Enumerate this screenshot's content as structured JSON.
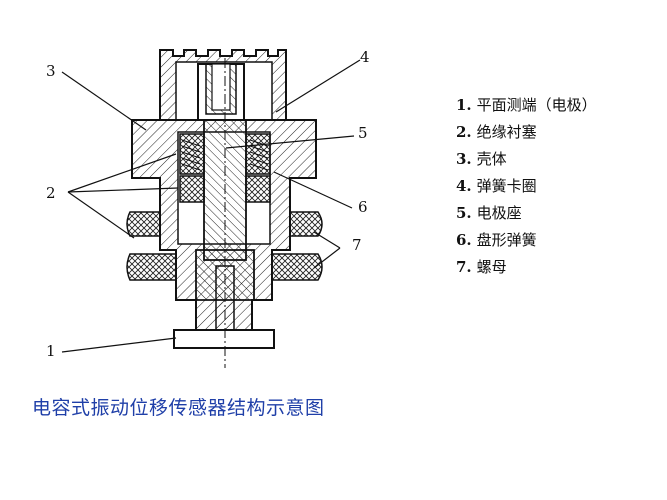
{
  "callouts": [
    "1",
    "2",
    "3",
    "4",
    "5",
    "6",
    "7"
  ],
  "legend": [
    {
      "num": "1.",
      "label": "平面测端（电极）"
    },
    {
      "num": "2.",
      "label": "绝缘衬塞"
    },
    {
      "num": "3.",
      "label": "壳体"
    },
    {
      "num": "4.",
      "label": "弹簧卡圈"
    },
    {
      "num": "5.",
      "label": "电极座"
    },
    {
      "num": "6.",
      "label": "盘形弹簧"
    },
    {
      "num": "7.",
      "label": "螺母"
    }
  ],
  "caption": "电容式振动位移传感器结构示意图",
  "colors": {
    "caption": "#1f3fa8",
    "line": "#111111"
  }
}
